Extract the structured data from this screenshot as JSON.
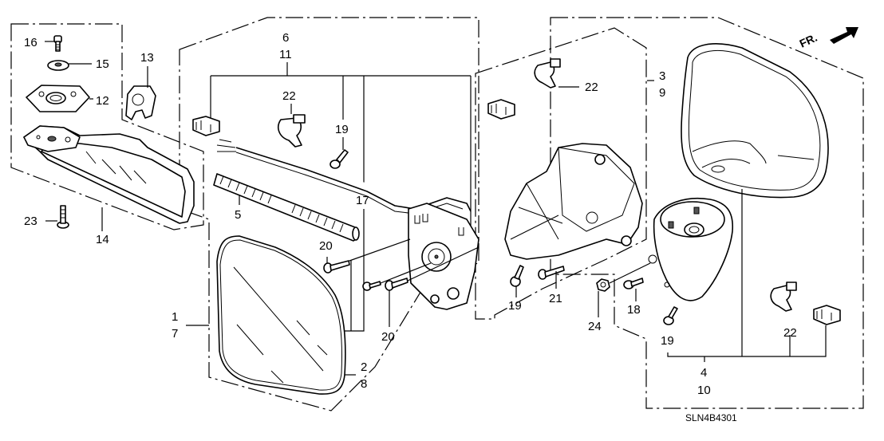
{
  "diagram": {
    "title_code": "SLN4B4301",
    "orientation_label": "FR.",
    "callouts": {
      "c16": "16",
      "c15": "15",
      "c12": "12",
      "c13": "13",
      "c14": "14",
      "c23": "23",
      "c6": "6",
      "c11": "11",
      "c22a": "22",
      "c19a": "19",
      "c17": "17",
      "c5": "5",
      "c20a": "20",
      "c20b": "20",
      "c1": "1",
      "c7": "7",
      "c2": "2",
      "c8": "8",
      "c22b": "22",
      "c3": "3",
      "c9": "9",
      "c19b": "19",
      "c21": "21",
      "c24": "24",
      "c18": "18",
      "c19c": "19",
      "c22c": "22",
      "c4": "4",
      "c10": "10"
    },
    "parts": [
      {
        "id": "rearview-mirror",
        "numbers": [
          "14"
        ]
      },
      {
        "id": "mount-base",
        "numbers": [
          "12"
        ]
      },
      {
        "id": "washer",
        "numbers": [
          "15"
        ]
      },
      {
        "id": "mirror-screw",
        "numbers": [
          "16"
        ]
      },
      {
        "id": "mirror-cover",
        "numbers": [
          "13"
        ]
      },
      {
        "id": "rearview-screw",
        "numbers": [
          "23"
        ]
      },
      {
        "id": "corrugated-tube",
        "numbers": [
          "5"
        ]
      },
      {
        "id": "actuator-harness",
        "numbers": [
          "6",
          "11"
        ]
      },
      {
        "id": "mirror-glass",
        "numbers": [
          "1",
          "7"
        ]
      },
      {
        "id": "glass-holder",
        "numbers": [
          "2",
          "8"
        ]
      },
      {
        "id": "power-unit",
        "numbers": [
          "3",
          "9"
        ]
      },
      {
        "id": "mirror-housing",
        "numbers": [
          "4",
          "10"
        ]
      }
    ]
  }
}
